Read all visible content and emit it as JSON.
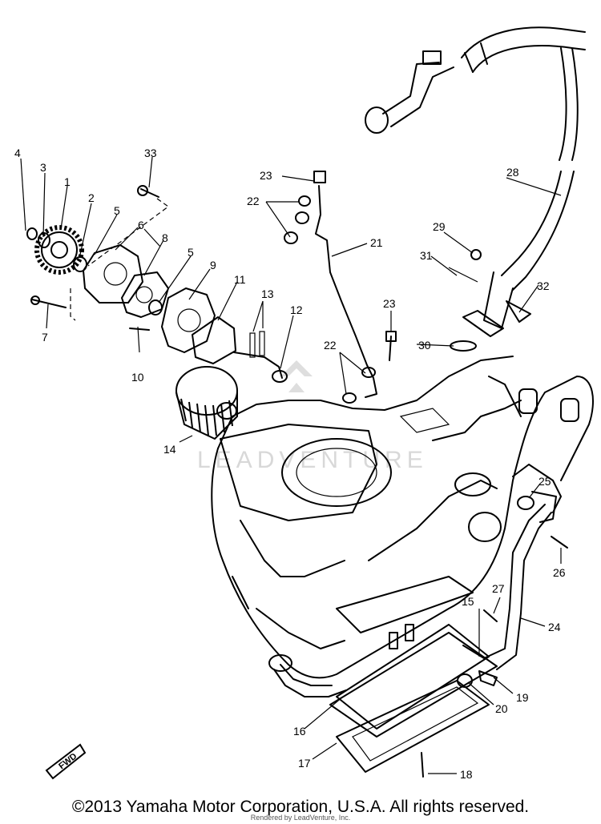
{
  "callouts": {
    "c1": "1",
    "c2": "2",
    "c3": "3",
    "c4": "4",
    "c5a": "5",
    "c5b": "5",
    "c6": "6",
    "c7": "7",
    "c8": "8",
    "c9": "9",
    "c10": "10",
    "c11": "11",
    "c12": "12",
    "c13": "13",
    "c14": "14",
    "c15": "15",
    "c16": "16",
    "c17": "17",
    "c18": "18",
    "c19": "19",
    "c20": "20",
    "c21": "21",
    "c22a": "22",
    "c22b": "22",
    "c23a": "23",
    "c23b": "23",
    "c24": "24",
    "c25": "25",
    "c26": "26",
    "c27": "27",
    "c28": "28",
    "c29": "29",
    "c30": "30",
    "c31": "31",
    "c32": "32",
    "c33": "33"
  },
  "fwd_label": "FWD",
  "watermark": "LEADVENTURE",
  "copyright": "©2013 Yamaha Motor Corporation, U.S.A. All rights reserved.",
  "subcredit": "Rendered by LeadVenture, Inc."
}
